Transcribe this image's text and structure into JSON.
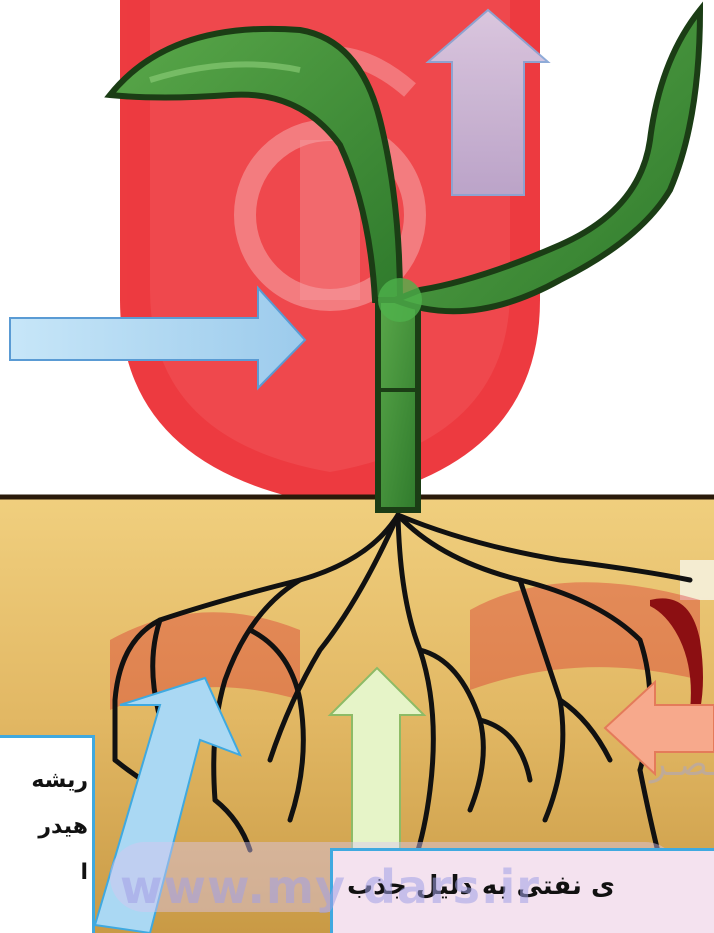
{
  "labels": {
    "left_box_lines": [
      "ریشه",
      "هیدر",
      "ا"
    ],
    "bottom_box": "ی نفتی به دلیل جذب"
  },
  "watermark": {
    "url": "www.my dars.ir",
    "persian": "گـروه آمـوزش‌ی عـصـر"
  },
  "colors": {
    "plant_green": "#3f9a3a",
    "plant_outline": "#1b3d15",
    "soil": "#e2b864",
    "root": "#111111",
    "arrow_blue": "#a8d4f0",
    "arrow_purple": "#c8bbd8",
    "arrow_green": "#e6f4c8",
    "arrow_orange": "#f7a98c",
    "box_border": "#3fa9e0",
    "bottom_box_fill": "#f4e2ef",
    "watermark_red": "#e8202a"
  }
}
